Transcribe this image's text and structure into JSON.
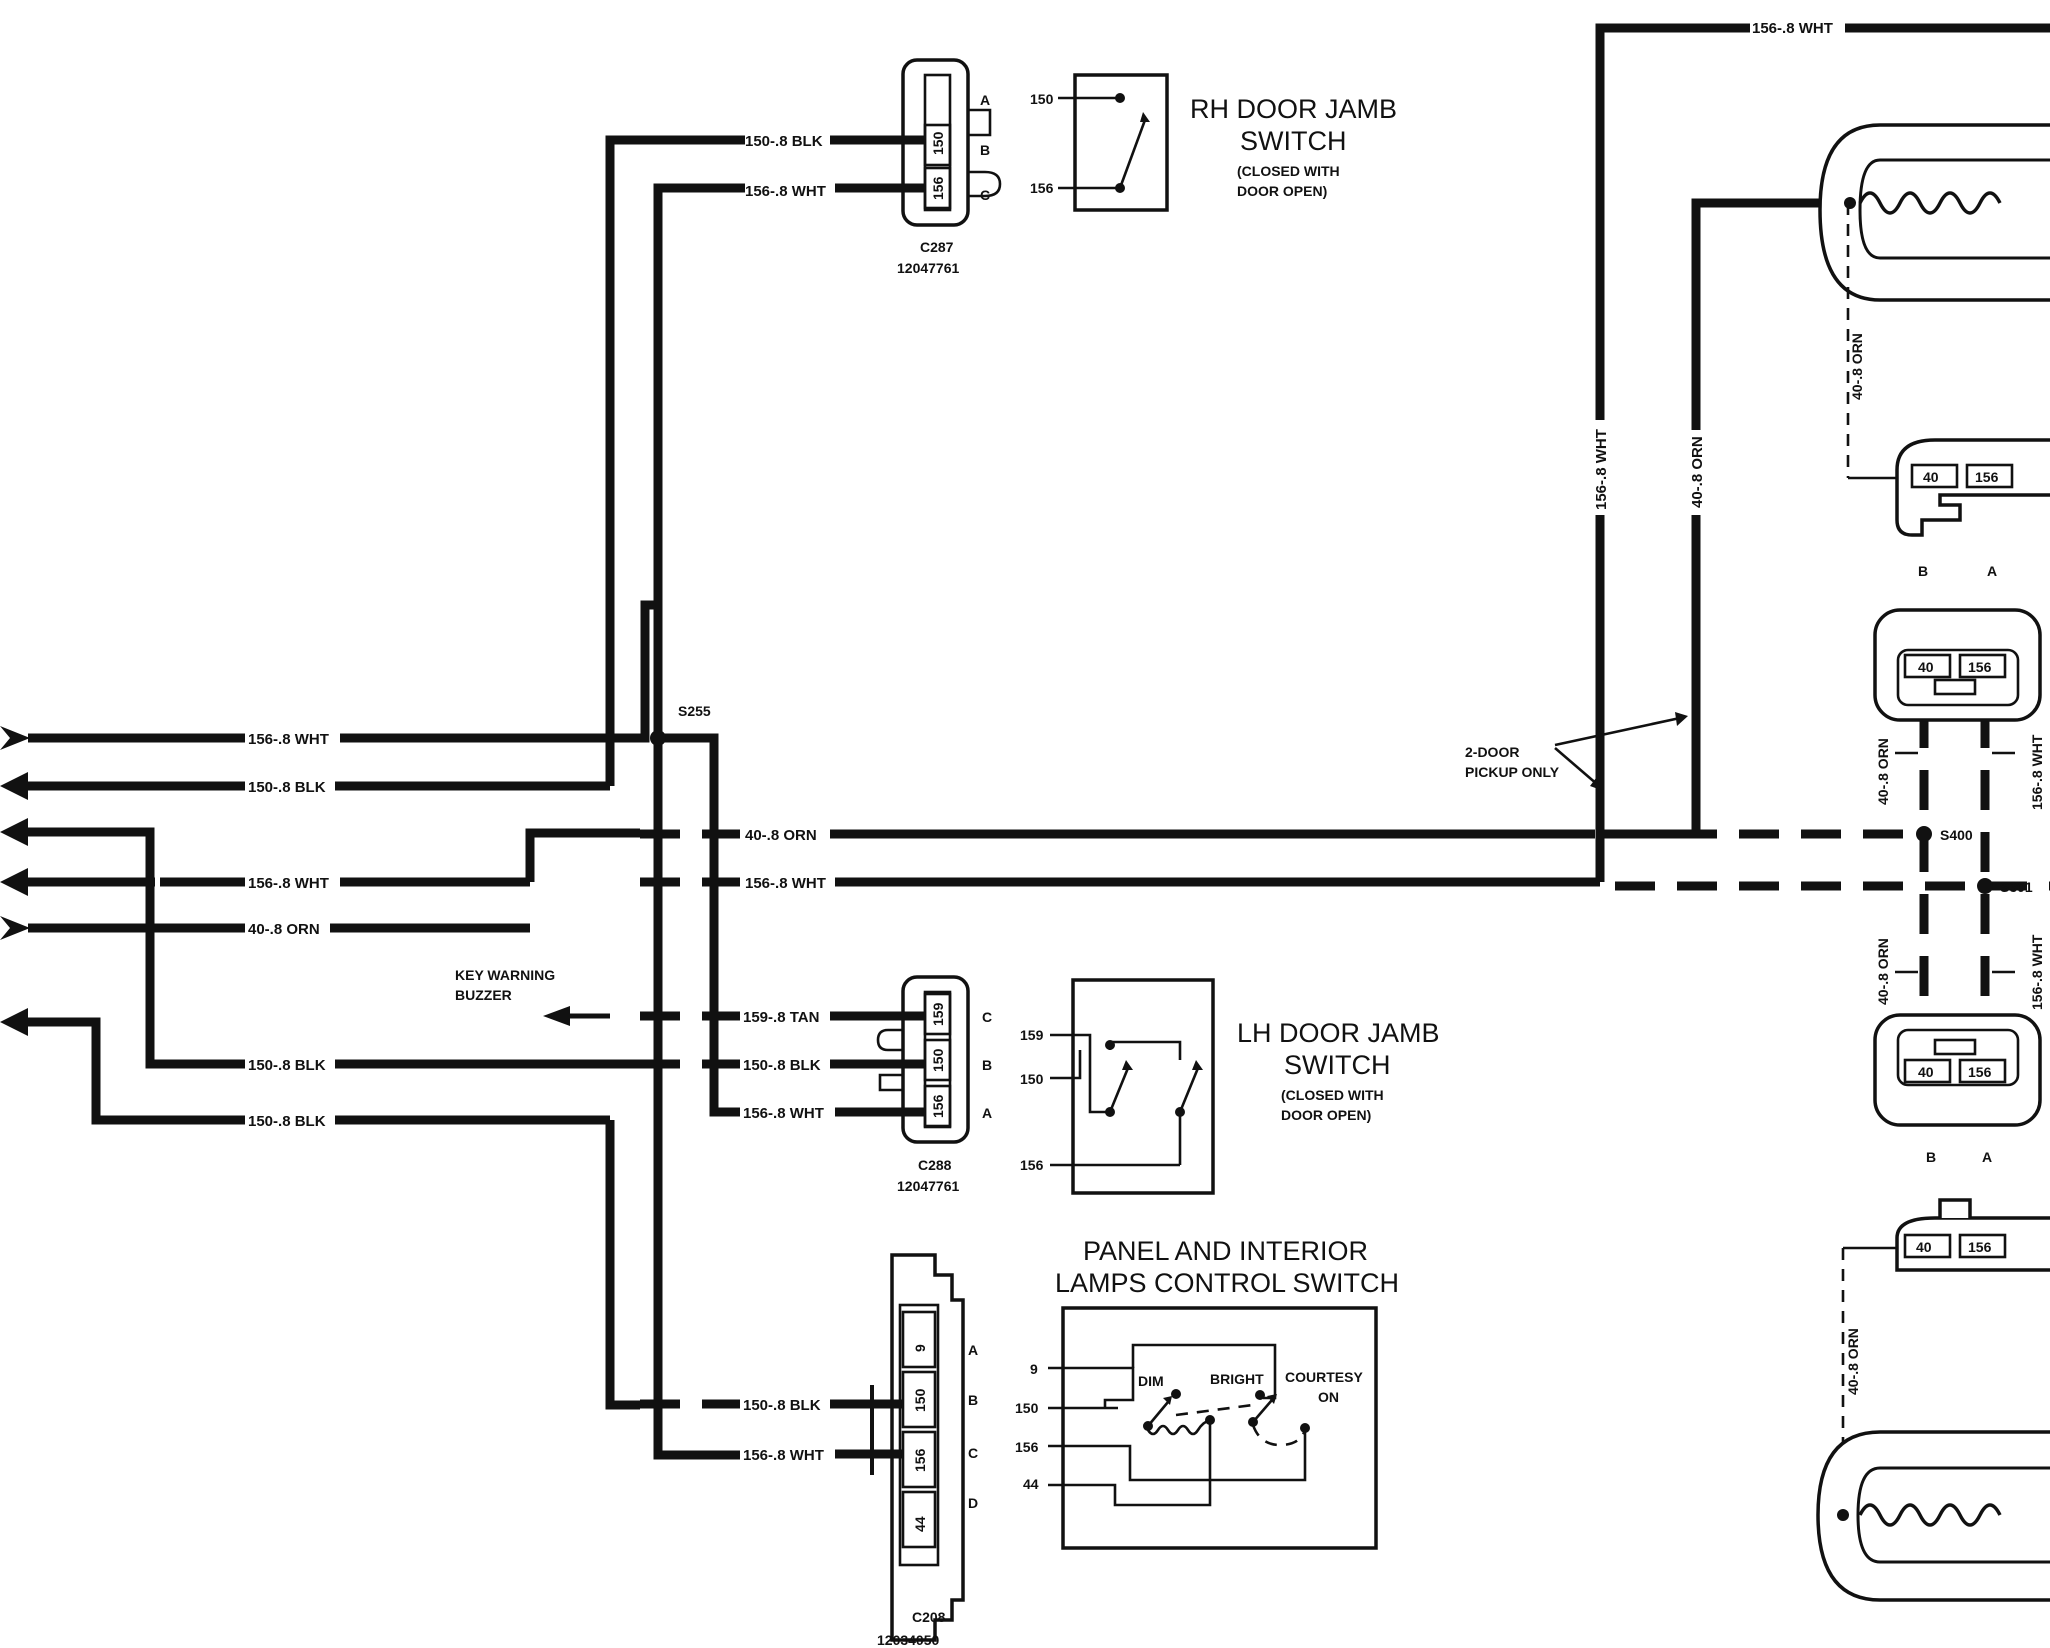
{
  "wire_labels": {
    "rh_150_blk": "150-.8 BLK",
    "rh_156_wht": "156-.8 WHT",
    "top_156_wht": "156-.8 WHT",
    "left_156_wht_1": "156-.8 WHT",
    "left_150_blk_1": "150-.8 BLK",
    "left_156_wht_2": "156-.8 WHT",
    "left_40_orn": "40-.8 ORN",
    "left_150_blk_2": "150-.8 BLK",
    "left_150_blk_3": "150-.8 BLK",
    "mid_40_orn": "40-.8 ORN",
    "mid_156_wht": "156-.8 WHT",
    "lh_159_tan": "159-.8 TAN",
    "lh_150_blk": "150-.8 BLK",
    "lh_156_wht": "156-.8 WHT",
    "panel_150_blk": "150-.8 BLK",
    "panel_156_wht": "156-.8 WHT",
    "vert_156_wht": "156-.8 WHT",
    "vert_40_orn": "40-.8 ORN",
    "rt_40_orn_top": "40-.8 ORN",
    "rt_40_orn_a": "40-.8 ORN",
    "rt_156_wht_a": "156-.8 WHT",
    "rt_40_orn_b": "40-.8 ORN",
    "rt_156_wht_b": "156-.8 WHT",
    "rt_40_orn_bottom": "40-.8 ORN"
  },
  "splices": {
    "s255": "S255",
    "s400": "S400",
    "s301": "S301"
  },
  "connectors": {
    "c287": {
      "id": "C287",
      "part": "12047761",
      "pin_a": "A",
      "pin_b": "B",
      "pin_c": "C",
      "cav_150": "150",
      "cav_156": "156"
    },
    "c288": {
      "id": "C288",
      "part": "12047761",
      "pin_a": "A",
      "pin_b": "B",
      "pin_c": "C",
      "cav_159": "159",
      "cav_150": "150",
      "cav_156": "156"
    },
    "c208": {
      "id": "C208",
      "part": "12034050",
      "pin_a": "A",
      "pin_b": "B",
      "pin_c": "C",
      "pin_d": "D",
      "cav_9": "9",
      "cav_150": "150",
      "cav_156": "156",
      "cav_44": "44"
    },
    "right": {
      "cav_40": "40",
      "cav_156": "156",
      "pin_b": "B",
      "pin_a": "A"
    }
  },
  "rh_switch": {
    "title_1": "RH DOOR JAMB",
    "title_2": "SWITCH",
    "note_1": "(CLOSED WITH",
    "note_2": "DOOR OPEN)",
    "term_150": "150",
    "term_156": "156"
  },
  "lh_switch": {
    "title_1": "LH DOOR JAMB",
    "title_2": "SWITCH",
    "note_1": "(CLOSED WITH",
    "note_2": "DOOR OPEN)",
    "term_159": "159",
    "term_150": "150",
    "term_156": "156"
  },
  "panel_switch": {
    "title_1": "PANEL AND INTERIOR",
    "title_2": "LAMPS CONTROL SWITCH",
    "term_9": "9",
    "term_150": "150",
    "term_156": "156",
    "term_44": "44",
    "dim": "DIM",
    "bright": "BRIGHT",
    "courtesy": "COURTESY",
    "on": "ON"
  },
  "notes": {
    "key_warning_1": "KEY WARNING",
    "key_warning_2": "BUZZER",
    "two_door_1": "2-DOOR",
    "two_door_2": "PICKUP ONLY"
  }
}
